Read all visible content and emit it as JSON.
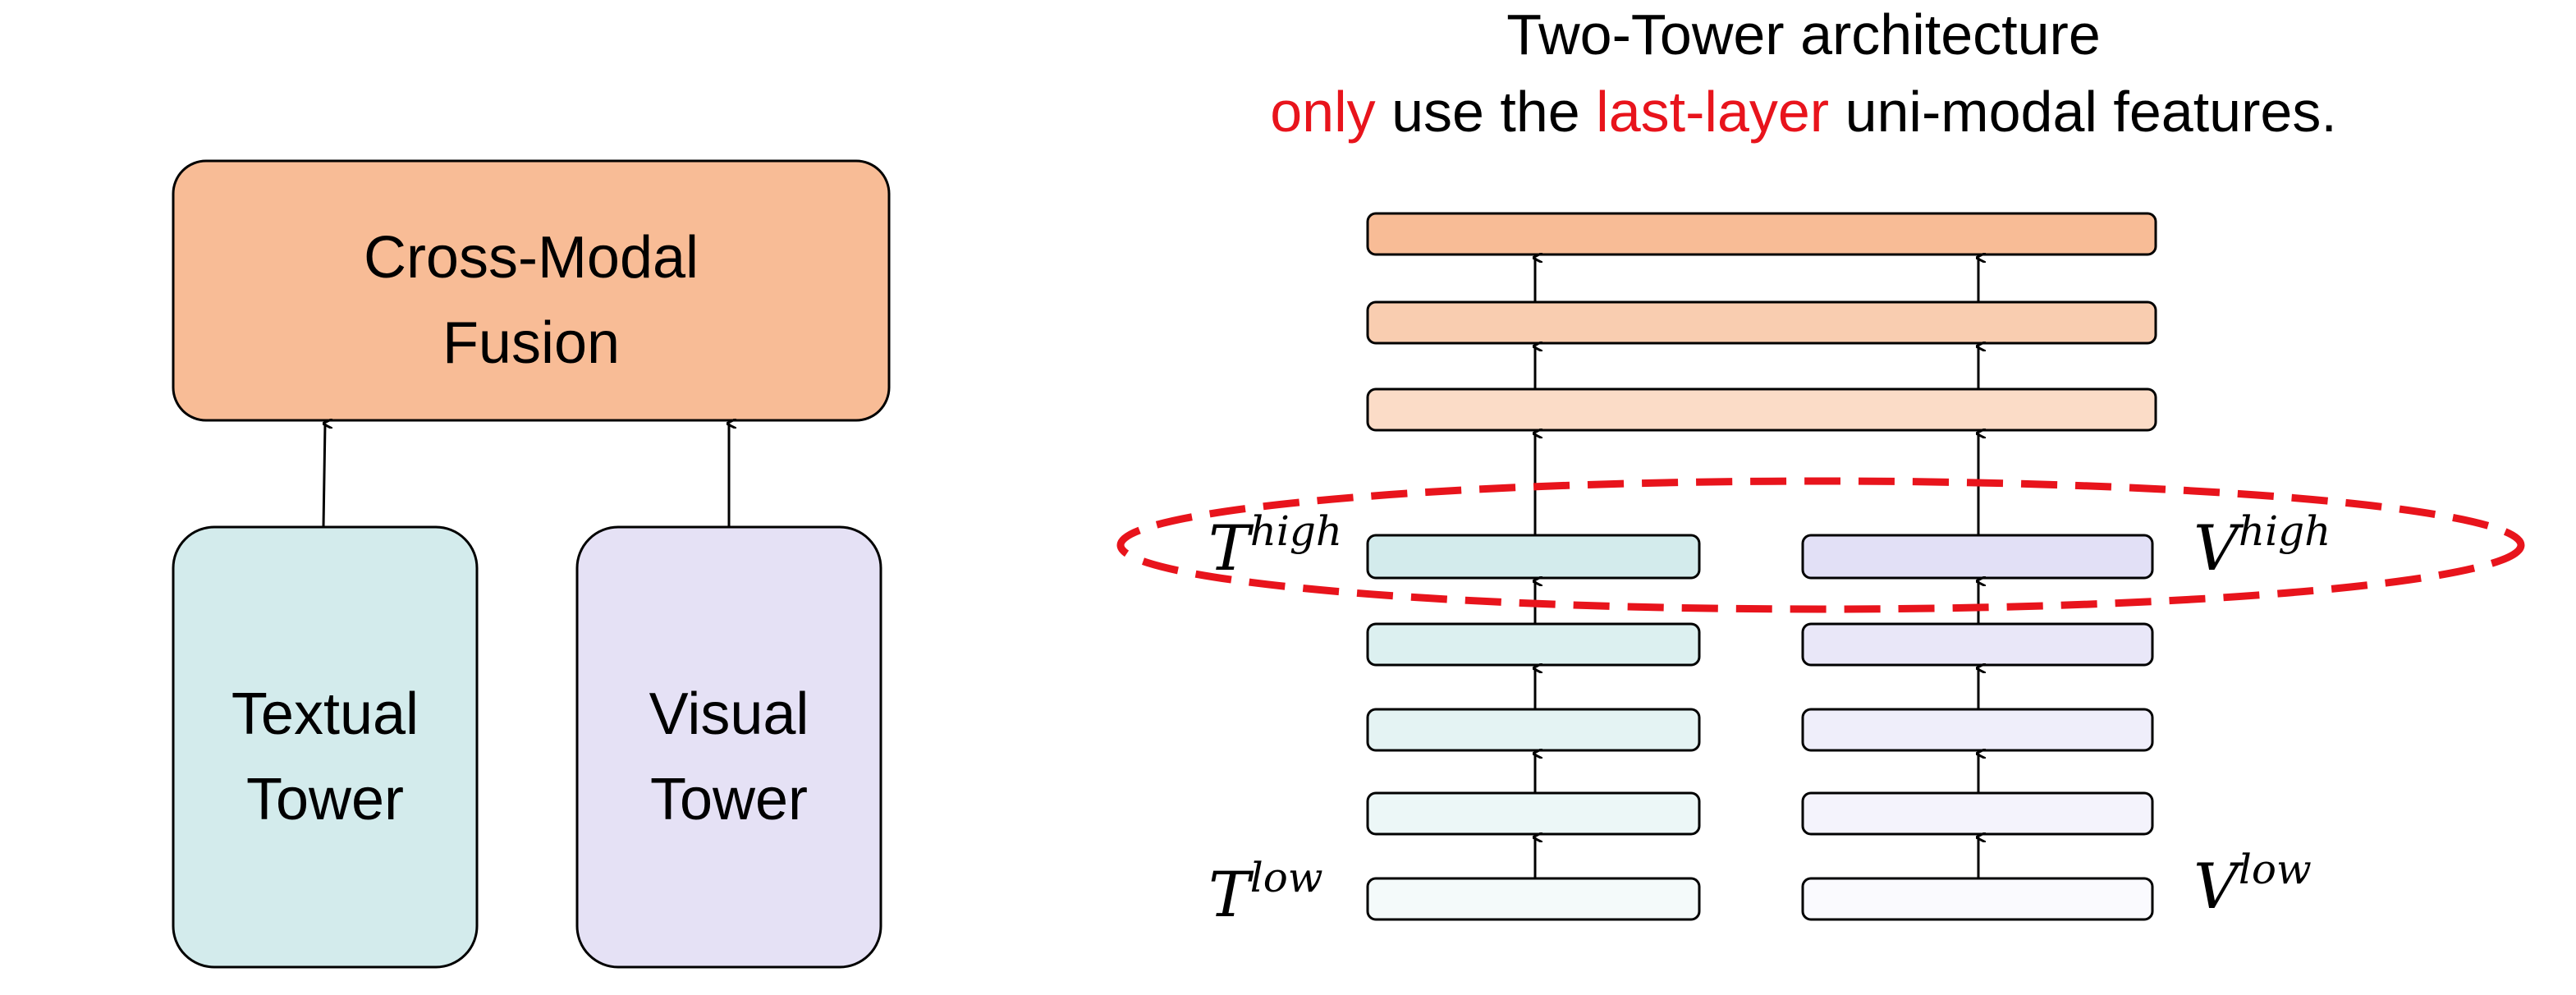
{
  "title": {
    "line1": "Two-Tower architecture",
    "line2_only": "only",
    "line2_mid": " use the ",
    "line2_last": "last-layer",
    "line2_rest": " uni-modal features."
  },
  "left": {
    "fusion_line1": "Cross-Modal",
    "fusion_line2": "Fusion",
    "textual_line1": "Textual",
    "textual_line2": "Tower",
    "visual_line1": "Visual",
    "visual_line2": "Tower"
  },
  "right": {
    "t_high_base": "T",
    "t_high_sup": "high",
    "v_high_base": "V",
    "v_high_sup": "high",
    "t_low_base": "T",
    "t_low_sup": "low",
    "v_low_base": "V",
    "v_low_sup": "low"
  },
  "colors": {
    "fusion": "#f8bc96",
    "textual": "#d3ebec",
    "visual": "#e5e1f5",
    "highlight": "#e8141c",
    "fusion_layers": [
      "#f8bc96",
      "#f9cdb0",
      "#fbdcc7"
    ],
    "text_layers": [
      "#d3ebec",
      "#dcf0f0",
      "#e4f3f3",
      "#ecf7f7",
      "#f4fafa"
    ],
    "visual_layers": [
      "#e2e0f6",
      "#e9e7f8",
      "#efeefa",
      "#f4f3fc",
      "#fafafe"
    ]
  }
}
